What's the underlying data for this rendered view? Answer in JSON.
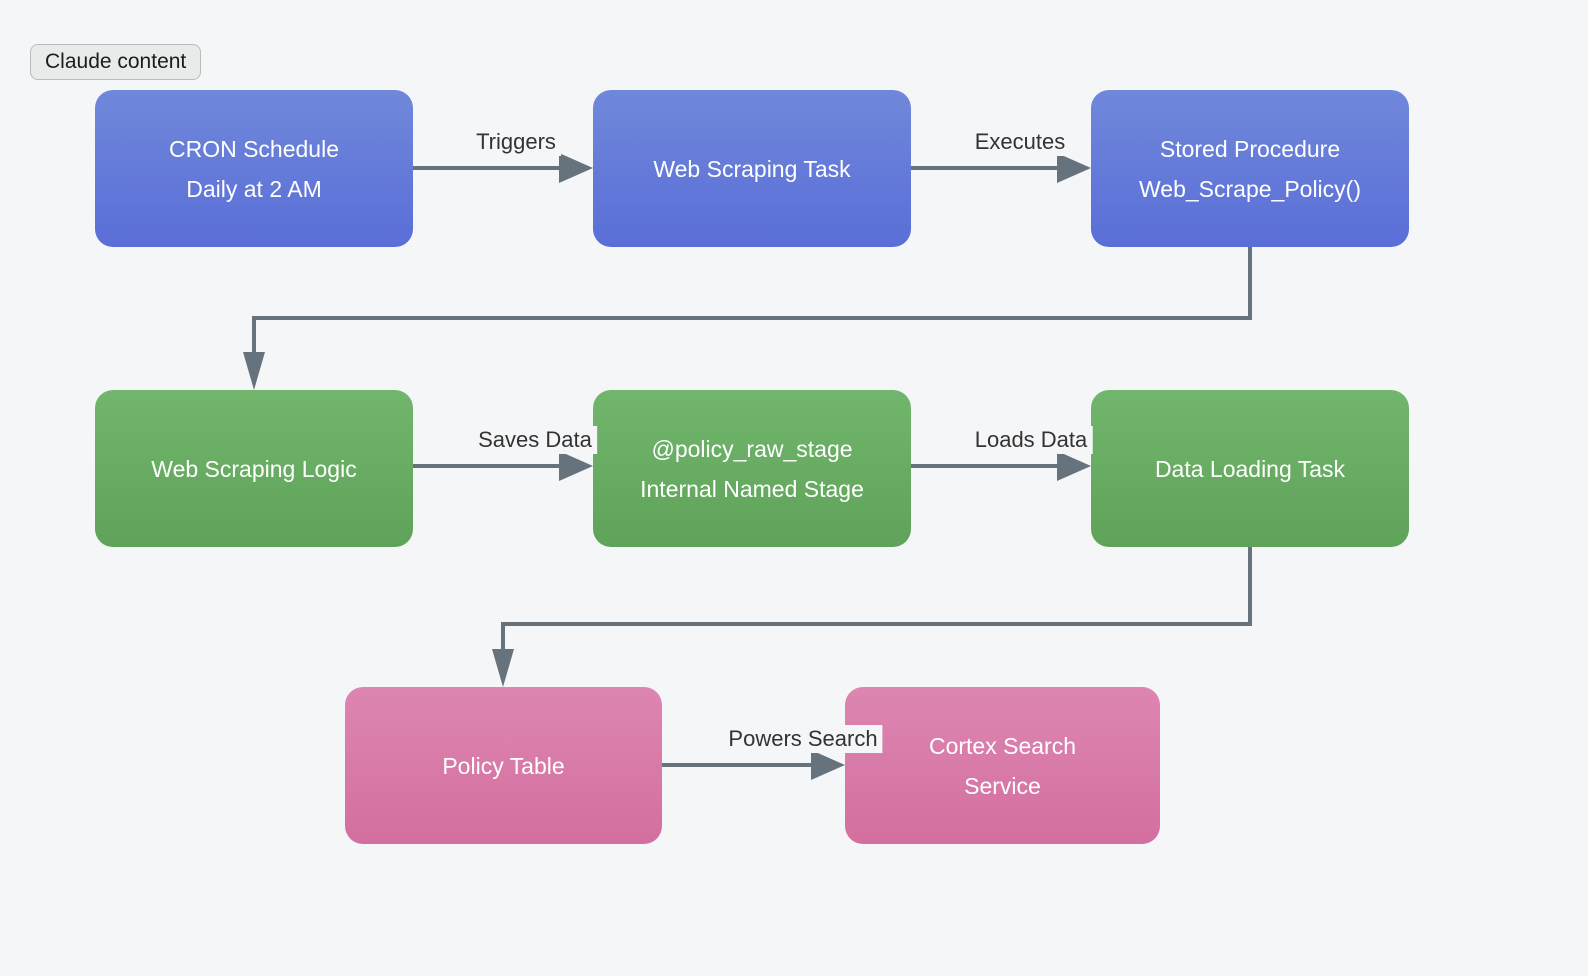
{
  "badge": {
    "label": "Claude content"
  },
  "diagram": {
    "type": "flowchart",
    "nodes": {
      "cron": {
        "line1": "CRON Schedule",
        "line2": "Daily at 2 AM",
        "color_group": "blue"
      },
      "scrape_task": {
        "line1": "Web Scraping Task",
        "color_group": "blue"
      },
      "stored_proc": {
        "line1": "Stored Procedure",
        "line2": "Web_Scrape_Policy()",
        "color_group": "blue"
      },
      "scrape_logic": {
        "line1": "Web Scraping Logic",
        "color_group": "green"
      },
      "raw_stage": {
        "line1": "@policy_raw_stage",
        "line2": "Internal Named Stage",
        "color_group": "green"
      },
      "data_loading": {
        "line1": "Data Loading Task",
        "color_group": "green"
      },
      "policy_table": {
        "line1": "Policy Table",
        "color_group": "pink"
      },
      "cortex_search": {
        "line1": "Cortex Search",
        "line2": "Service",
        "color_group": "pink"
      }
    },
    "edges": [
      {
        "from": "cron",
        "to": "scrape_task",
        "label": "Triggers"
      },
      {
        "from": "scrape_task",
        "to": "stored_proc",
        "label": "Executes"
      },
      {
        "from": "stored_proc",
        "to": "scrape_logic",
        "label": ""
      },
      {
        "from": "scrape_logic",
        "to": "raw_stage",
        "label": "Saves Data"
      },
      {
        "from": "raw_stage",
        "to": "data_loading",
        "label": "Loads Data"
      },
      {
        "from": "data_loading",
        "to": "policy_table",
        "label": ""
      },
      {
        "from": "policy_table",
        "to": "cortex_search",
        "label": "Powers Search"
      }
    ],
    "edge_labels": {
      "triggers": "Triggers",
      "executes": "Executes",
      "saves_data": "Saves Data",
      "loads_data": "Loads Data",
      "powers_search": "Powers Search"
    },
    "colors": {
      "background": "#f5f6f8",
      "blue_top": "#7088da",
      "blue_bottom": "#5a6ed8",
      "green_top": "#72b66d",
      "green_bottom": "#5fa35a",
      "pink_top": "#dd86b1",
      "pink_bottom": "#d36f9f",
      "connector": "#66727c",
      "node_text": "#ffffff",
      "label_text": "#333333"
    }
  }
}
